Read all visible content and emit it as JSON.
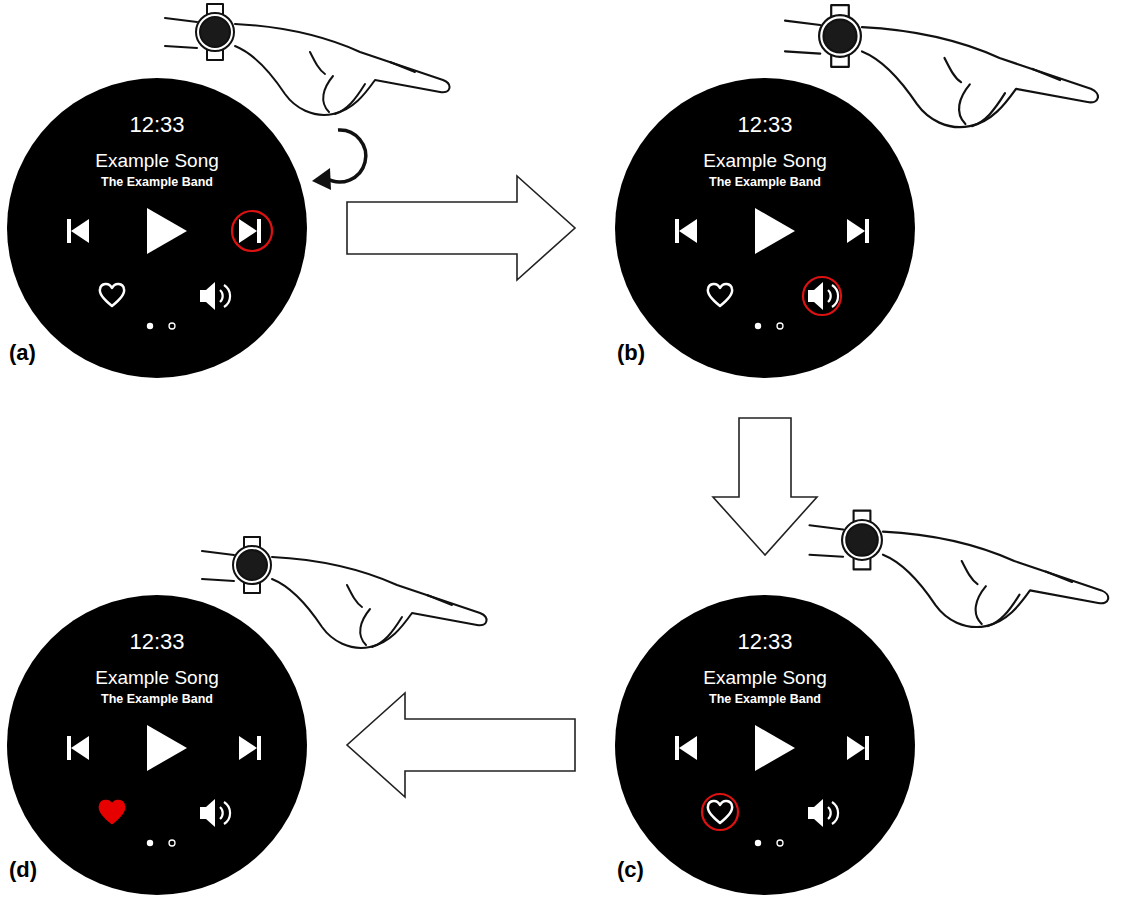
{
  "diagram": {
    "nodes": [
      {
        "text": [
          "12:33",
          "Example Song",
          "The Example Band",
          "(a)"
        ]
      },
      {
        "text": [
          "12:33",
          "Example Song",
          "The Example Band",
          "(b)"
        ]
      },
      {
        "text": [
          "12:33",
          "Example Song",
          "The Example Band",
          "(c)"
        ]
      },
      {
        "text": [
          "12:33",
          "Example Song",
          "The Example Band",
          "(d)"
        ]
      }
    ],
    "edges": [
      {
        "from": 0,
        "to": 1,
        "arrow": "to"
      },
      {
        "from": 1,
        "to": 2,
        "arrow": "to"
      },
      {
        "from": 2,
        "to": 3,
        "arrow": "to"
      }
    ]
  }
}
